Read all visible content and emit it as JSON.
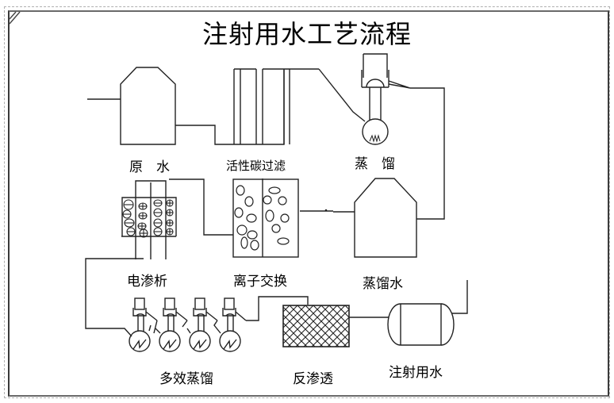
{
  "title": "注射用水工艺流程",
  "units": [
    {
      "id": "raw-water",
      "label": "原　水",
      "icon": "storage-tank-icon"
    },
    {
      "id": "activated-carbon-filter",
      "label": "活性碳过滤",
      "icon": "filter-columns-icon"
    },
    {
      "id": "distillation",
      "label": "蒸　馏",
      "icon": "distiller-icon"
    },
    {
      "id": "electrodialysis",
      "label": "电渗析",
      "icon": "electrodialysis-icon"
    },
    {
      "id": "ion-exchange",
      "label": "离子交换",
      "icon": "ion-exchange-icon"
    },
    {
      "id": "distilled-water",
      "label": "蒸馏水",
      "icon": "storage-tank-icon"
    },
    {
      "id": "multi-effect-distillation",
      "label": "多效蒸馏",
      "icon": "multi-effect-distiller-icon"
    },
    {
      "id": "reverse-osmosis",
      "label": "反渗透",
      "icon": "reverse-osmosis-membrane-icon"
    },
    {
      "id": "water-for-injection",
      "label": "注射用水",
      "icon": "horizontal-vessel-icon"
    }
  ],
  "flow": [
    "原水",
    "活性碳过滤",
    "蒸馏",
    "蒸馏水",
    "离子交换",
    "电渗析",
    "多效蒸馏",
    "反渗透",
    "注射用水"
  ]
}
